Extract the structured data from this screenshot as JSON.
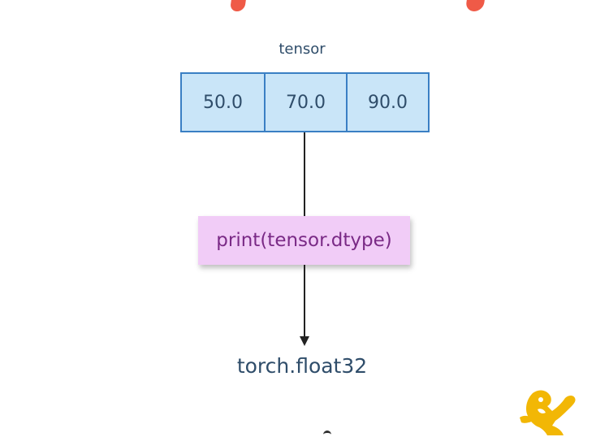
{
  "diagram": {
    "tensor_label": "tensor",
    "tensor_values": [
      "50.0",
      "70.0",
      "90.0"
    ],
    "operation": "print(tensor.dtype)",
    "result": "torch.float32"
  },
  "colors": {
    "title_accent": "#ef5a47",
    "cell_fill": "#c9e5f8",
    "cell_border": "#3a7fc4",
    "code_fill": "#f1ccf7",
    "code_text": "#7a2a86",
    "text": "#2f4d6a",
    "logo": "#f2b705"
  },
  "icons": {
    "logo": "yellow-figure-logo"
  }
}
